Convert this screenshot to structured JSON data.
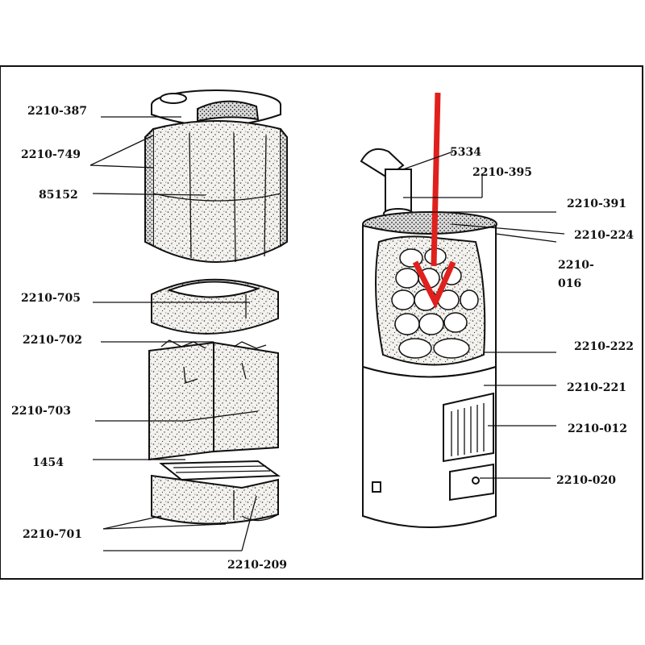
{
  "diagram": {
    "labels": {
      "l_2210_387": "2210-387",
      "l_2210_749": "2210-749",
      "l_85152": "85152",
      "l_2210_705": "2210-705",
      "l_2210_702": "2210-702",
      "l_2210_703": "2210-703",
      "l_1454": "1454",
      "l_2210_701": "2210-701",
      "l_2210_209": "2210-209",
      "l_5334": "5334",
      "l_2210_395": "2210-395",
      "l_2210_391": "2210-391",
      "l_2210_224": "2210-224",
      "l_2210_016a": "2210-",
      "l_2210_016b": "016",
      "l_2210_222": "2210-222",
      "l_2210_221": "2210-221",
      "l_2210_012": "2210-012",
      "l_2210_020": "2210-020"
    },
    "colors": {
      "ink": "#111111",
      "arrow": "#e0201c",
      "speckle_fill": "#f2f0ec",
      "background": "#ffffff"
    }
  }
}
